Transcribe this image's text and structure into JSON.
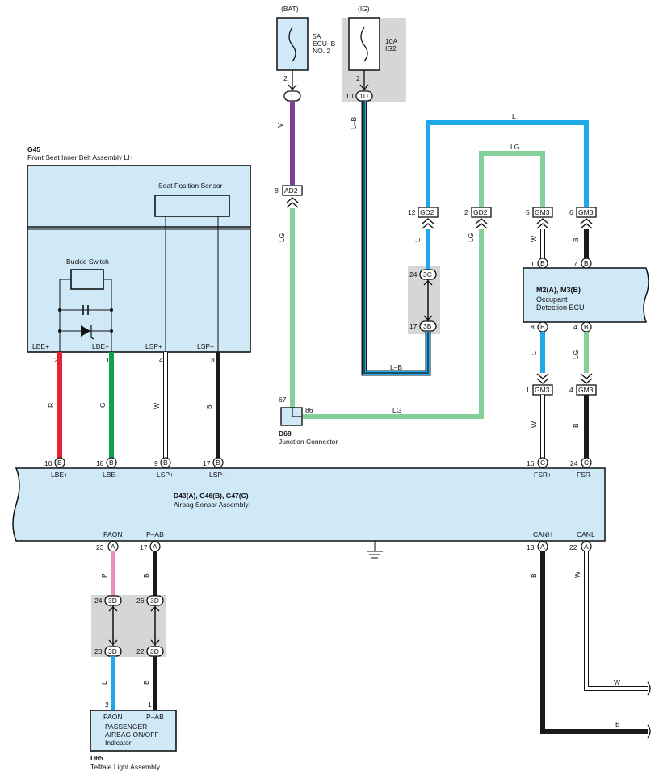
{
  "power": {
    "bat_label": "(BAT)",
    "ig_label": "(IG)",
    "fuse1_line1": "5A",
    "fuse1_line2": "ECU–B",
    "fuse1_line3": "NO. 2",
    "fuse2_line1": "10A",
    "fuse2_line2": "IG2",
    "fuse1_pin": "2",
    "fuse2_pin": "2",
    "conn_bat": "1",
    "conn_ig_pin": "10",
    "conn_ig": "1D"
  },
  "g45": {
    "id": "G45",
    "name": "Front Seat Inner Belt Assembly LH",
    "sensor": "Seat Position Sensor",
    "switch": "Buckle Switch",
    "pins": [
      {
        "label": "LBE+",
        "num": "2"
      },
      {
        "label": "LBE–",
        "num": "1"
      },
      {
        "label": "LSP+",
        "num": "4"
      },
      {
        "label": "LSP–",
        "num": "3"
      }
    ]
  },
  "d68": {
    "id": "D68",
    "name": "Junction Connector",
    "pin_left": "67",
    "pin_right": "86"
  },
  "m2": {
    "id": "M2(A), M3(B)",
    "name1": "Occupant",
    "name2": "Detection ECU",
    "pins_top": [
      {
        "num": "1",
        "conn": "B"
      },
      {
        "num": "7",
        "conn": "B"
      }
    ],
    "pins_bottom": [
      {
        "num": "8",
        "conn": "B"
      },
      {
        "num": "4",
        "conn": "B"
      }
    ]
  },
  "connectors": {
    "ad2": {
      "pin": "8",
      "name": "AD2"
    },
    "gd2a": {
      "pin": "12",
      "name": "GD2"
    },
    "gd2b": {
      "pin": "2",
      "name": "GD2"
    },
    "gm3a": {
      "pin": "5",
      "name": "GM3"
    },
    "gm3b": {
      "pin": "6",
      "name": "GM3"
    },
    "c3c": {
      "pin": "24",
      "name": "3C"
    },
    "c3b": {
      "pin": "17",
      "name": "3B"
    },
    "gm3c": {
      "pin": "1",
      "name": "GM3"
    },
    "gm3d": {
      "pin": "4",
      "name": "GM3"
    },
    "c3d_1": {
      "pin": "24",
      "name": "3D"
    },
    "c3d_2": {
      "pin": "26",
      "name": "3D"
    },
    "c3d_3": {
      "pin": "23",
      "name": "3D"
    },
    "c3d_4": {
      "pin": "22",
      "name": "3D"
    }
  },
  "airbag": {
    "id": "D43(A), G46(B), G47(C)",
    "name": "Airbag Sensor Assembly",
    "top_pins": [
      {
        "num": "10",
        "conn": "B",
        "label": "LBE+"
      },
      {
        "num": "18",
        "conn": "B",
        "label": "LBE–"
      },
      {
        "num": "9",
        "conn": "B",
        "label": "LSP+"
      },
      {
        "num": "17",
        "conn": "B",
        "label": "LSP–"
      },
      {
        "num": "16",
        "conn": "C",
        "label": "FSR+"
      },
      {
        "num": "24",
        "conn": "C",
        "label": "FSR–"
      }
    ],
    "bottom_pins": [
      {
        "num": "23",
        "conn": "A",
        "label": "PAON"
      },
      {
        "num": "17",
        "conn": "A",
        "label": "P–AB"
      },
      {
        "num": "13",
        "conn": "A",
        "label": "CANH"
      },
      {
        "num": "22",
        "conn": "A",
        "label": "CANL"
      }
    ]
  },
  "d65": {
    "id": "D65",
    "name": "Telltale Light Assembly",
    "pin1_label": "PAON",
    "pin2_label": "P–AB",
    "pin1_num": "2",
    "pin2_num": "1",
    "line1": "PASSENGER",
    "line2": "AIRBAG ON/OFF",
    "line3": "Indicator"
  },
  "wire_colors": {
    "V": "V",
    "LB": "L–B",
    "LG": "LG",
    "L": "L",
    "W": "W",
    "B": "B",
    "R": "R",
    "G": "G",
    "P": "P"
  },
  "colors": {
    "box_fill": "#cfe9f7",
    "violet": "#7b3f9e",
    "light_blue": "#1eaaea",
    "light_green": "#86ce9a",
    "red": "#e8222e",
    "green": "#11a14a",
    "pink": "#ee8dbf",
    "black": "#1a1a1a",
    "grey_panel": "#d4d4d4"
  }
}
